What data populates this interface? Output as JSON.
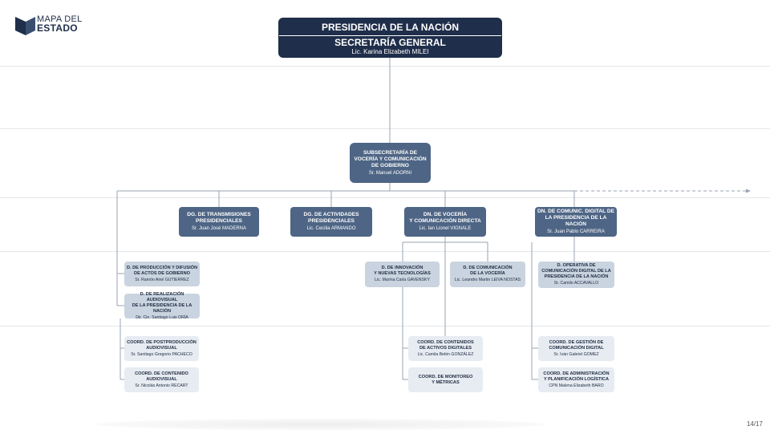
{
  "logo": {
    "line1": "MAPA DEL",
    "line2": "ESTADO"
  },
  "top": {
    "title": "PRESIDENCIA DE LA NACIÓN",
    "secretaria": "SECRETARÍA GENERAL",
    "name": "Lic. Karina Elizabeth MILEI"
  },
  "subsecretaria": {
    "title": "SUBSECRETARÍA DE\nVOCERÍA Y COMUNICACIÓN\nDE GOBIERNO",
    "name": "Sr. Manuel ADORNI"
  },
  "directions": [
    {
      "title": "DG. DE TRANSMISIONES\nPRESIDENCIALES",
      "name": "Sr. Juan José MADERNA"
    },
    {
      "title": "DG. DE ACTIVIDADES\nPRESIDENCIALES",
      "name": "Lic. Cecilia ARMANDO"
    },
    {
      "title": "DN. DE VOCERÍA\nY COMUNICACIÓN DIRECTA",
      "name": "Lic. Ian Lionel VIGNALE"
    },
    {
      "title": "DN. DE COMUNIC. DIGITAL DE\nLA PRESIDENCIA DE LA NACIÓN",
      "name": "Sr. Juan Pablo CARREIRA"
    }
  ],
  "left_units": [
    {
      "title": "D. DE PRODUCCIÓN Y DIFUSIÓN\nDE ACTOS DE GOBIERNO",
      "name": "Sr. Ramón Ariel GUTIERREZ"
    },
    {
      "title": "D. DE REALIZACIÓN AUDIOVISUAL\nDE LA PRESIDENCIA DE LA NACIÓN",
      "name": "Dir. Cin. Santiago Luis ORÍA"
    }
  ],
  "left_coords": [
    {
      "title": "COORD. DE POSTPRODUCCIÓN\nAUDIOVISUAL",
      "name": "Sr. Santiago Gregorio PACHECO"
    },
    {
      "title": "COORD. DE CONTENIDO\nAUDIOVISUAL",
      "name": "Sr. Nicolás Antonio RECART"
    }
  ],
  "voceria_units": [
    {
      "title": "D. DE INNOVACIÓN\nY NUEVAS TECNOLOGÍAS",
      "name": "Lic. Marina Carla GAVENSKY"
    },
    {
      "title": "D. DE COMUNICACIÓN\nDE LA VOCERÍA",
      "name": "Lic. Leandro Martin LEIVA NOSTAS"
    }
  ],
  "voceria_coords": [
    {
      "title": "COORD. DE CONTENIDOS\nDE ACTIVOS DIGITALES",
      "name": "Lic. Camila Belén GONZÁLEZ"
    },
    {
      "title": "COORD. DE MONITOREO\nY MÉTRICAS",
      "name": ""
    }
  ],
  "digital_unit": {
    "title": "D. OPERATIVA DE\nCOMUNICACIÓN DIGITAL DE LA\nPRESIDENCIA DE LA NACIÓN",
    "name": "Sr. Camilo ACCAVALLO"
  },
  "digital_coords": [
    {
      "title": "COORD. DE GESTIÓN DE\nCOMUNICACIÓN DIGITAL",
      "name": "Sr. Iván Gabriel GOMEZ"
    },
    {
      "title": "COORD. DE ADMINISTRACIÓN\nY PLANIFICACIÓN LOGÍSTICA",
      "name": "CPN Malena Elizabeth BARO"
    }
  ],
  "page": "14/17"
}
